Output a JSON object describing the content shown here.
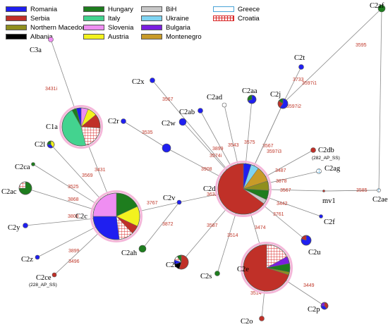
{
  "legend": [
    {
      "key": "romania",
      "label": "Romania",
      "color": "#1f1ff0"
    },
    {
      "key": "serbia",
      "label": "Serbia",
      "color": "#c03028"
    },
    {
      "key": "nmacedonia",
      "label": "Northern Macedonia",
      "color": "#8f8f1e"
    },
    {
      "key": "albania",
      "label": "Albania",
      "color": "#000000"
    },
    {
      "key": "hungary",
      "label": "Hungary",
      "color": "#1e7d1e"
    },
    {
      "key": "italy",
      "label": "Italy",
      "color": "#43d38f"
    },
    {
      "key": "slovenia",
      "label": "Slovenia",
      "color": "#ef8ef2"
    },
    {
      "key": "austria",
      "label": "Austria",
      "color": "#f2f21f"
    },
    {
      "key": "bih",
      "label": "BiH",
      "color": "#c8c8c8"
    },
    {
      "key": "ukraine",
      "label": "Ukraine",
      "color": "#7fd4f2"
    },
    {
      "key": "bulgaria",
      "label": "Bulgaria",
      "color": "#7a1fe0"
    },
    {
      "key": "montenegro",
      "label": "Montenegro",
      "color": "#c89b28"
    },
    {
      "key": "greece",
      "label": "Greece",
      "color": "#4aa3d6",
      "pattern": "grid"
    },
    {
      "key": "croatia",
      "label": "Croatia",
      "color": "#d92a2a",
      "pattern": "grid"
    }
  ],
  "nodes": [
    {
      "id": "C2d",
      "label": "C2d"
    },
    {
      "id": "C2c",
      "label": "C2c"
    },
    {
      "id": "C1a",
      "label": "C1a"
    },
    {
      "id": "C2e",
      "label": "C2e"
    },
    {
      "id": "C3a",
      "label": "C3a"
    },
    {
      "id": "C2af",
      "label": "C2af"
    },
    {
      "id": "C2t",
      "label": "C2t"
    },
    {
      "id": "C2j",
      "label": "C2j"
    },
    {
      "id": "C2aa",
      "label": "C2aa"
    },
    {
      "id": "C2ad",
      "label": "C2ad"
    },
    {
      "id": "C2ab",
      "label": "C2ab"
    },
    {
      "id": "C2x",
      "label": "C2x"
    },
    {
      "id": "C2w",
      "label": "C2w"
    },
    {
      "id": "C2r",
      "label": "C2r"
    },
    {
      "id": "C2l",
      "label": "C2l"
    },
    {
      "id": "C2ca",
      "label": "C2ca"
    },
    {
      "id": "C2ac",
      "label": "C2ac"
    },
    {
      "id": "C2y",
      "label": "C2y"
    },
    {
      "id": "C2z",
      "label": "C2z"
    },
    {
      "id": "C2ce",
      "label": "C2ce",
      "sub": "(228_AP_SS)"
    },
    {
      "id": "C2v",
      "label": "C2v"
    },
    {
      "id": "C2ah",
      "label": "C2ah"
    },
    {
      "id": "C2i",
      "label": "C2i"
    },
    {
      "id": "C2s",
      "label": "C2s"
    },
    {
      "id": "C2db",
      "label": "C2db",
      "sub": "(282_AP_SS)"
    },
    {
      "id": "C2ag",
      "label": "C2ag"
    },
    {
      "id": "mv1",
      "label": "mv1"
    },
    {
      "id": "C2ae",
      "label": "C2ae"
    },
    {
      "id": "C2f",
      "label": "C2f"
    },
    {
      "id": "C2u",
      "label": "C2u"
    },
    {
      "id": "C2p",
      "label": "C2p"
    },
    {
      "id": "C2o",
      "label": "C2o"
    },
    {
      "id": "unlabeled_blue",
      "label": ""
    }
  ],
  "edges": [
    {
      "from": "C3a",
      "to": "C1a",
      "label": "3431i"
    },
    {
      "from": "C1a",
      "to": "C2c",
      "label": "3431"
    },
    {
      "from": "C2l",
      "to": "C2c",
      "label": "3569"
    },
    {
      "from": "C2ca",
      "to": "C2c",
      "label": "3525"
    },
    {
      "from": "C2ac",
      "to": "C2c",
      "label": "3868"
    },
    {
      "from": "C2y",
      "to": "C2c",
      "label": "3803"
    },
    {
      "from": "C2z",
      "to": "C2c",
      "label": "3899"
    },
    {
      "from": "C2ce",
      "to": "C2c",
      "label": "3496"
    },
    {
      "from": "C2c",
      "to": "C2v",
      "label": "3767"
    },
    {
      "from": "C2v",
      "to": "C2d",
      "label": "3632"
    },
    {
      "from": "C2v",
      "to": "C2ah",
      "label": "3872"
    },
    {
      "from": "C2x",
      "to": "C2d",
      "label": "3567"
    },
    {
      "from": "C2r",
      "to": "unlabeled_blue",
      "label": "3535"
    },
    {
      "from": "unlabeled_blue",
      "to": "C2d",
      "label": "3908"
    },
    {
      "from": "C2w",
      "to": "C2d",
      "label": "3574i"
    },
    {
      "from": "C2ab",
      "to": "C2d",
      "label": "3899"
    },
    {
      "from": "C2ad",
      "to": "C2d",
      "label": "3543"
    },
    {
      "from": "C2aa",
      "to": "C2d",
      "label": "3575"
    },
    {
      "from": "C2j",
      "to": "C2d",
      "label": "3567"
    },
    {
      "from": "C2t",
      "to": "C2j",
      "label": "3733"
    },
    {
      "from": "C2af",
      "to": "C2j",
      "label": "3597i1"
    },
    {
      "from": "C2j",
      "to": "C2d",
      "label": "3597i2"
    },
    {
      "from": "C2d",
      "to": "C2db",
      "label": "3597i3"
    },
    {
      "from": "C2d",
      "to": "C2ag",
      "label": "3487"
    },
    {
      "from": "C2d",
      "to": "mv1",
      "label": "3878"
    },
    {
      "from": "mv1",
      "to": "C2ae",
      "label": "3567"
    },
    {
      "from": "C2d",
      "to": "C2f",
      "label": "3442"
    },
    {
      "from": "C2d",
      "to": "C2u",
      "label": "3761"
    },
    {
      "from": "C2d",
      "to": "C2e",
      "label": "3474"
    },
    {
      "from": "C2d",
      "to": "C2s",
      "label": "3514"
    },
    {
      "from": "C2d",
      "to": "C2i",
      "label": "3587"
    },
    {
      "from": "C2e",
      "to": "C2p",
      "label": "3449"
    },
    {
      "from": "C2e",
      "to": "C2o",
      "label": "3514"
    },
    {
      "from": "C2af",
      "to": "C2ae",
      "label": "3595"
    },
    {
      "from": "mv1",
      "to": "C2ae",
      "label": "3585"
    }
  ]
}
